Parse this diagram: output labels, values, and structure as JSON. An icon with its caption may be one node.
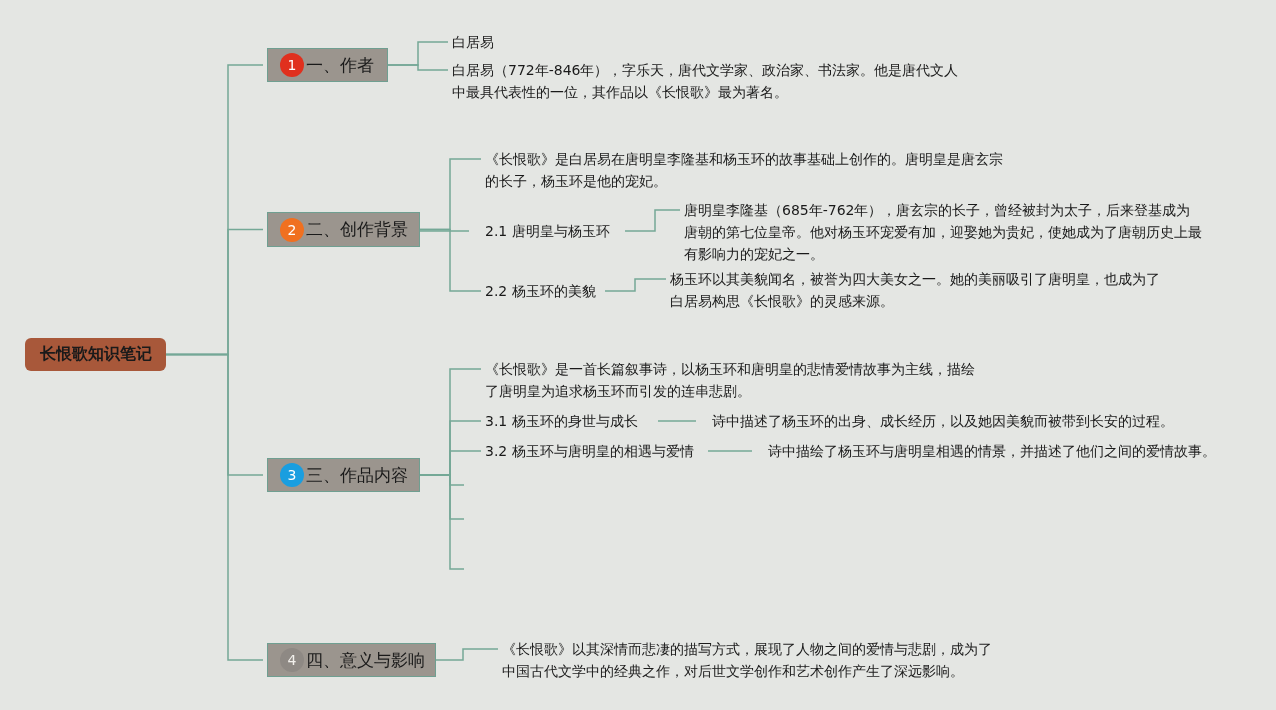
{
  "diagram": {
    "nodes": [
      {
        "text": [
          "长恨歌知识笔记"
        ]
      },
      {
        "text": [
          "1",
          "一、作者"
        ]
      },
      {
        "text": [
          "白居易"
        ]
      },
      {
        "text": [
          "白居易（772年-846年），字乐天，唐代文学家、政治家、书法家。他是唐代文人中最具代表性的一位，其作品以《长恨歌》最为著名。"
        ]
      },
      {
        "text": [
          "2",
          "二、创作背景"
        ]
      },
      {
        "text": [
          "《长恨歌》是白居易在唐明皇李隆基和杨玉环的故事基础上创作的。唐明皇是唐玄宗的长子，杨玉环是他的宠妃。"
        ]
      },
      {
        "text": [
          "2.1 唐明皇与杨玉环"
        ]
      },
      {
        "text": [
          "唐明皇李隆基（685年-762年），唐玄宗的长子，曾经被封为太子，后来登基成为唐朝的第七位皇帝。他对杨玉环宠爱有加，迎娶她为贵妃，使她成为了唐朝历史上最有影响力的宠妃之一。"
        ]
      },
      {
        "text": [
          "2.2 杨玉环的美貌"
        ]
      },
      {
        "text": [
          "杨玉环以其美貌闻名，被誉为四大美女之一。她的美丽吸引了唐明皇，也成为了白居易构思《长恨歌》的灵感来源。"
        ]
      },
      {
        "text": [
          "3",
          "三、作品内容"
        ]
      },
      {
        "text": [
          "《长恨歌》是一首长篇叙事诗，以杨玉环和唐明皇的悲情爱情故事为主线，描绘了唐明皇为追求杨玉环而引发的连串悲剧。"
        ]
      },
      {
        "text": [
          "3.1 杨玉环的身世与成长"
        ]
      },
      {
        "text": [
          "诗中描述了杨玉环的出身、成长经历，以及她因美貌而被带到长安的过程。"
        ]
      },
      {
        "text": [
          "3.2 杨玉环与唐明皇的相遇与爱情"
        ]
      },
      {
        "text": [
          "诗中描绘了杨玉环与唐明皇相遇的情景，并描述了他们之间的爱情故事。"
        ]
      },
      {
        "text": [
          "4",
          "四、意义与影响"
        ]
      },
      {
        "text": [
          "《长恨歌》以其深情而悲凄的描写方式，展现了人物之间的爱情与悲剧，成为了中国古代文学中的经典之作，对后世文学创作和艺术创作产生了深远影响。"
        ]
      }
    ],
    "edges": [
      {
        "from": 0,
        "to": 1,
        "arrow": "none"
      },
      {
        "from": 0,
        "to": 4,
        "arrow": "none"
      },
      {
        "from": 0,
        "to": 10,
        "arrow": "none"
      },
      {
        "from": 0,
        "to": 16,
        "arrow": "none"
      },
      {
        "from": 1,
        "to": 2,
        "arrow": "none"
      },
      {
        "from": 1,
        "to": 3,
        "arrow": "none"
      },
      {
        "from": 4,
        "to": 5,
        "arrow": "none"
      },
      {
        "from": 4,
        "to": 6,
        "arrow": "none"
      },
      {
        "from": 4,
        "to": 8,
        "arrow": "none"
      },
      {
        "from": 6,
        "to": 7,
        "arrow": "none"
      },
      {
        "from": 8,
        "to": 9,
        "arrow": "none"
      },
      {
        "from": 10,
        "to": 11,
        "arrow": "none"
      },
      {
        "from": 10,
        "to": 12,
        "arrow": "none"
      },
      {
        "from": 10,
        "to": 14,
        "arrow": "none"
      },
      {
        "from": 10,
        "to": null,
        "arrow": "none"
      },
      {
        "from": 10,
        "to": null,
        "arrow": "none"
      },
      {
        "from": 10,
        "to": null,
        "arrow": "none"
      },
      {
        "from": 12,
        "to": 13,
        "arrow": "none"
      },
      {
        "from": 14,
        "to": 15,
        "arrow": "none"
      },
      {
        "from": 16,
        "to": 17,
        "arrow": "none"
      }
    ]
  }
}
